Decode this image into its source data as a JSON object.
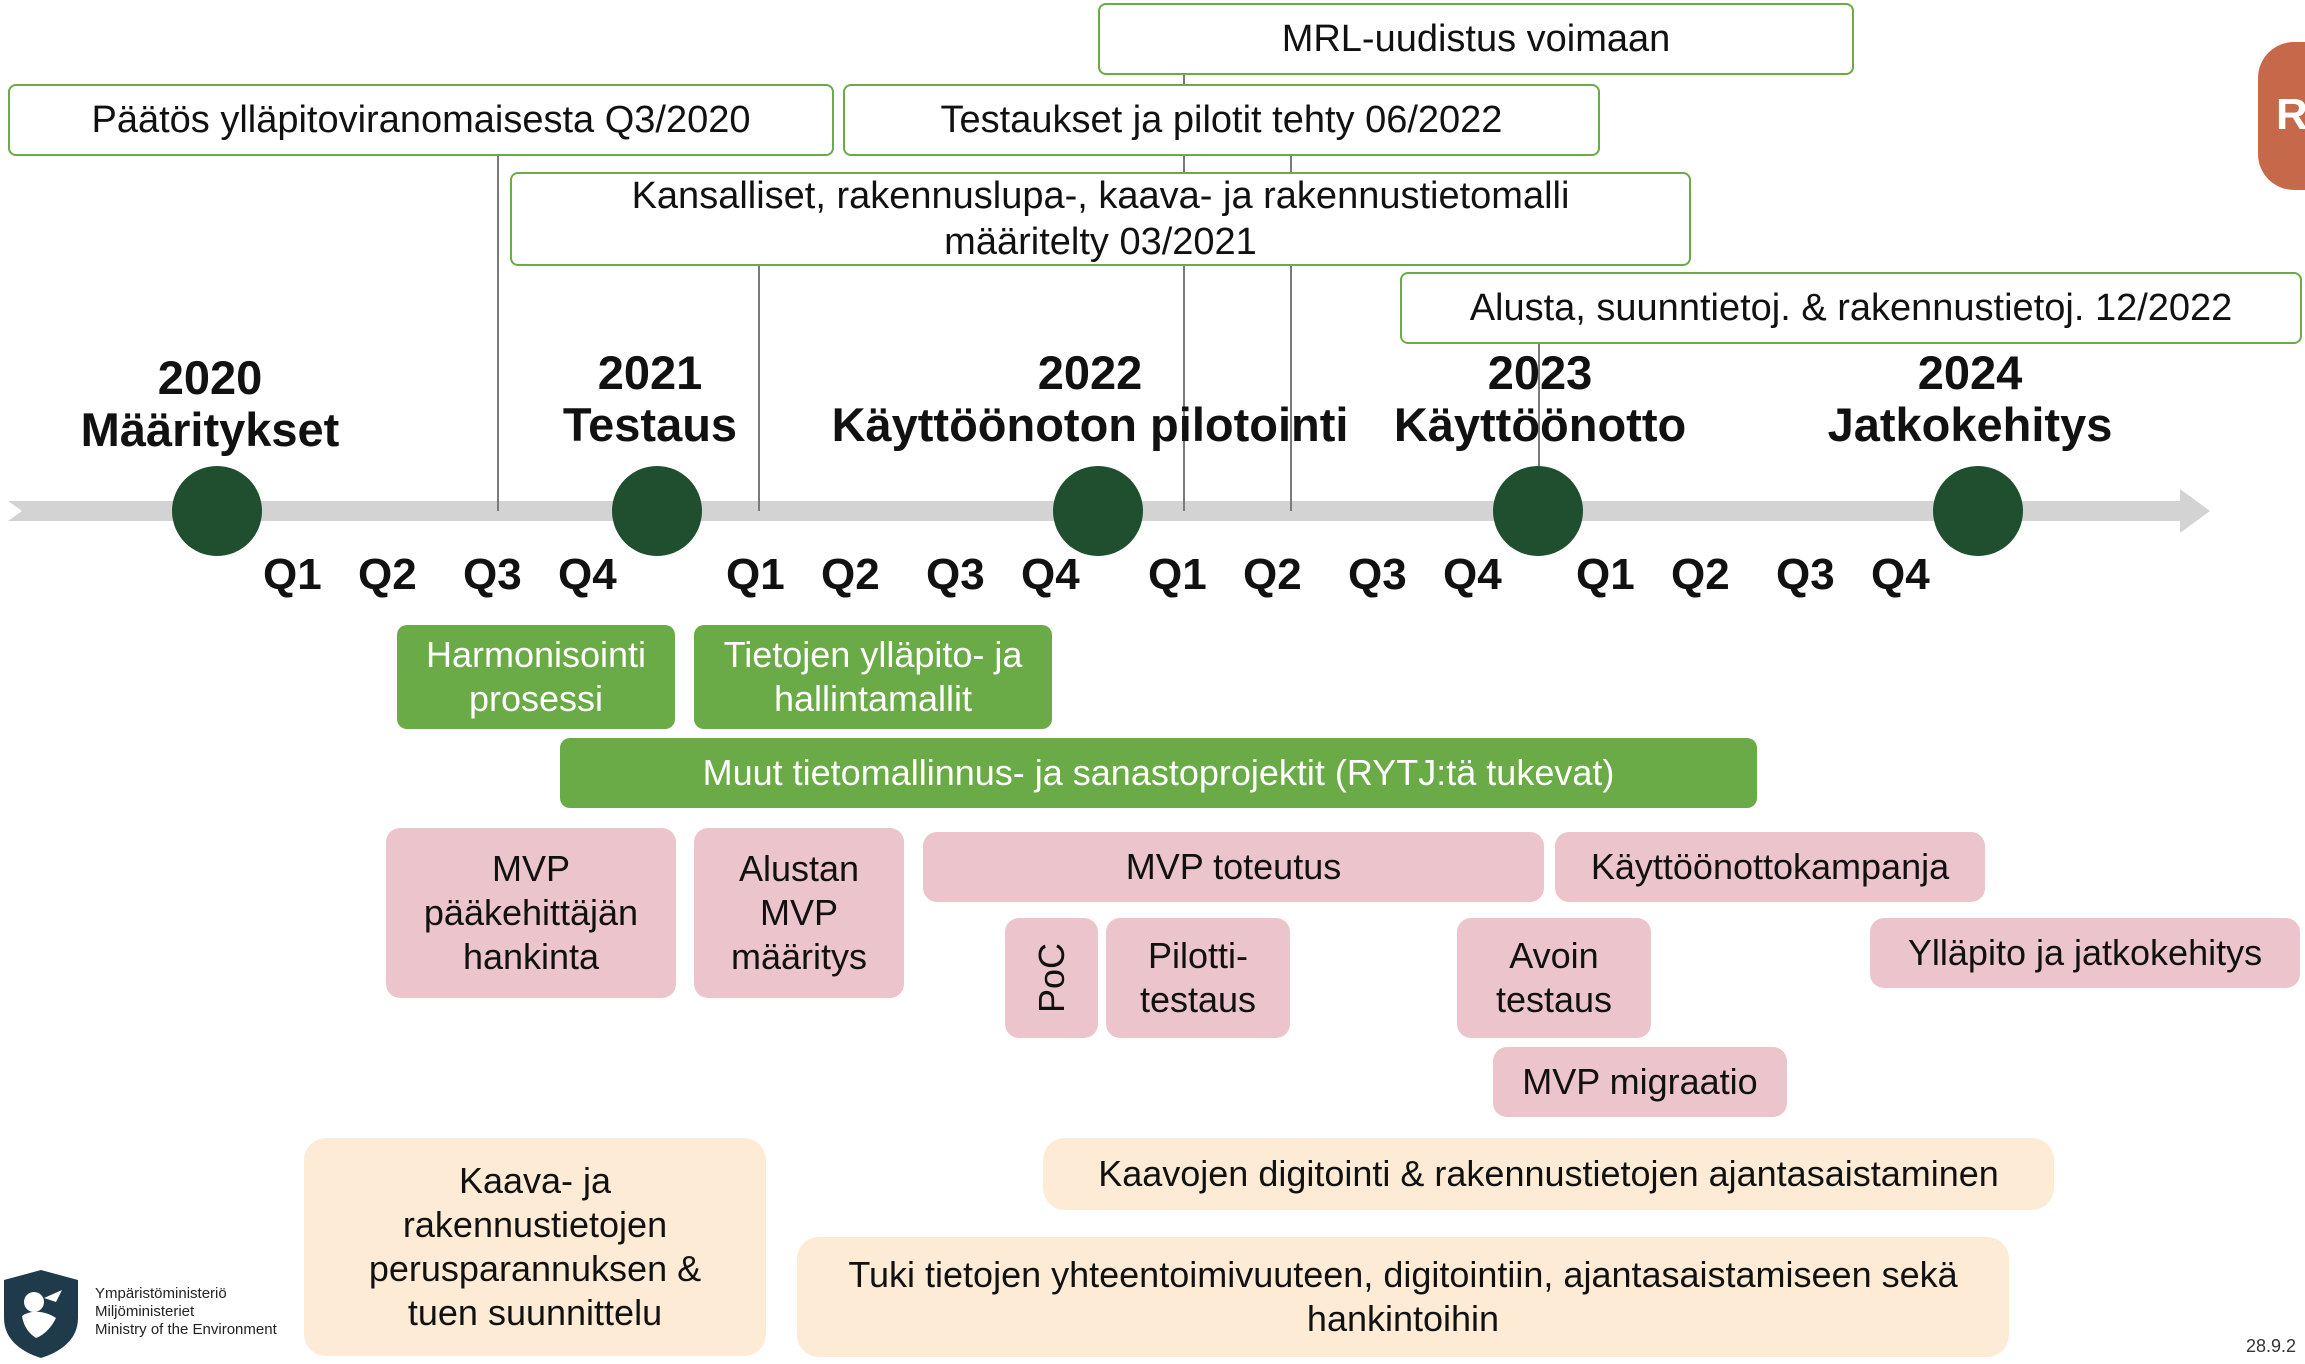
{
  "milestones": {
    "paatos": "Päätös ylläpitoviranomaisesta Q3/2020",
    "mrl": "MRL-uudistus voimaan",
    "testaukset": "Testaukset ja pilotit tehty 06/2022",
    "kansalliset": "Kansalliset, rakennuslupa-, kaava- ja rakennustietomalli määritelty 03/2021",
    "alusta": "Alusta, suunntietoj. & rakennustietoj. 12/2022"
  },
  "years": [
    {
      "year": "2020",
      "phase": "Määritykset"
    },
    {
      "year": "2021",
      "phase": "Testaus"
    },
    {
      "year": "2022",
      "phase": "Käyttöönoton pilotointi"
    },
    {
      "year": "2023",
      "phase": "Käyttöönotto"
    },
    {
      "year": "2024",
      "phase": "Jatkokehitys"
    }
  ],
  "quarters": [
    "Q1",
    "Q2",
    "Q3",
    "Q4",
    "Q1",
    "Q2",
    "Q3",
    "Q4",
    "Q1",
    "Q2",
    "Q3",
    "Q4",
    "Q1",
    "Q2",
    "Q3",
    "Q4"
  ],
  "green": {
    "harmonisointi": "Harmonisointi prosessi",
    "tietojen": "Tietojen ylläpito- ja hallintamallit",
    "muut": "Muut tietomallinnus- ja sanastoprojektit (RYTJ:tä tukevat)"
  },
  "pink": {
    "mvp_hankinta": "MVP pääkehittäjän hankinta",
    "alustan": "Alustan MVP määritys",
    "mvp_toteutus": "MVP toteutus",
    "kampanja": "Käyttöönottokampanja",
    "poc": "PoC",
    "pilotti": "Pilotti-testaus",
    "avoin": "Avoin testaus",
    "yllapito": "Ylläpito ja jatkokehitys",
    "migraatio": "MVP migraatio"
  },
  "cream": {
    "kaava": "Kaava- ja rakennustietojen perusparannuksen & tuen suunnittelu",
    "digitointi": "Kaavojen digitointi & rakennustietojen ajantasaistaminen",
    "tuki": "Tuki tietojen yhteentoimivuuteen, digitointiin, ajantasaistamiseen sekä hankintoihin"
  },
  "corner_badge": "R",
  "logo": {
    "fi": "Ympäristöministeriö",
    "sv": "Miljöministeriet",
    "en": "Ministry of the Environment"
  },
  "date": "28.9.2",
  "colors": {
    "green": "#6aaa47",
    "dot": "#1f4f2e",
    "pink": "#ebc4cc",
    "cream": "#fdebd6",
    "badge": "#c5694a"
  }
}
